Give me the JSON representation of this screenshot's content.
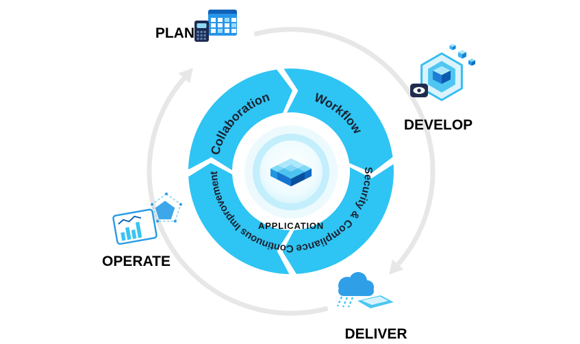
{
  "diagram": {
    "center": {
      "label": "APPLICATION",
      "icon": "cube-cluster-icon"
    },
    "ring": {
      "segments": [
        {
          "label": "Collaboration"
        },
        {
          "label": "Workflow"
        },
        {
          "label": "Security & Compliance"
        },
        {
          "label": "Continuous Improvement"
        }
      ]
    },
    "stages": [
      {
        "label": "PLAN",
        "icon": "calculator-calendar-icon"
      },
      {
        "label": "DEVELOP",
        "icon": "hex-cubes-eye-icon"
      },
      {
        "label": "DELIVER",
        "icon": "cloud-release-icon"
      },
      {
        "label": "OPERATE",
        "icon": "dashboard-radar-icon"
      }
    ],
    "colors": {
      "ring_cyan": "#2EC4F3",
      "ring_text": "#1B2230",
      "outer_cycle_gray": "#E7E7E7",
      "stage_label": "#000000",
      "cube_blue_dark": "#0A4F9E",
      "cube_blue": "#1674CF",
      "cube_cyan_light": "#AEE8FB",
      "center_halo": "#C3EEFB"
    }
  }
}
